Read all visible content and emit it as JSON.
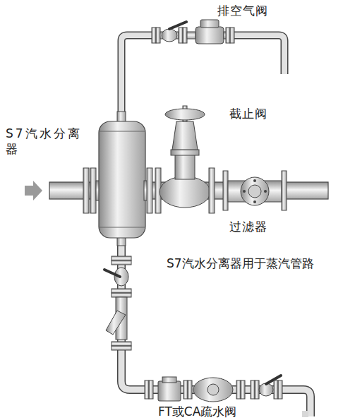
{
  "diagram": {
    "labels": [
      "排空气阀",
      "截止阀",
      "S7汽水分离器",
      "过滤器",
      "S7汽水分离器用于蒸汽管路",
      "FT或CA疏水阀"
    ]
  }
}
